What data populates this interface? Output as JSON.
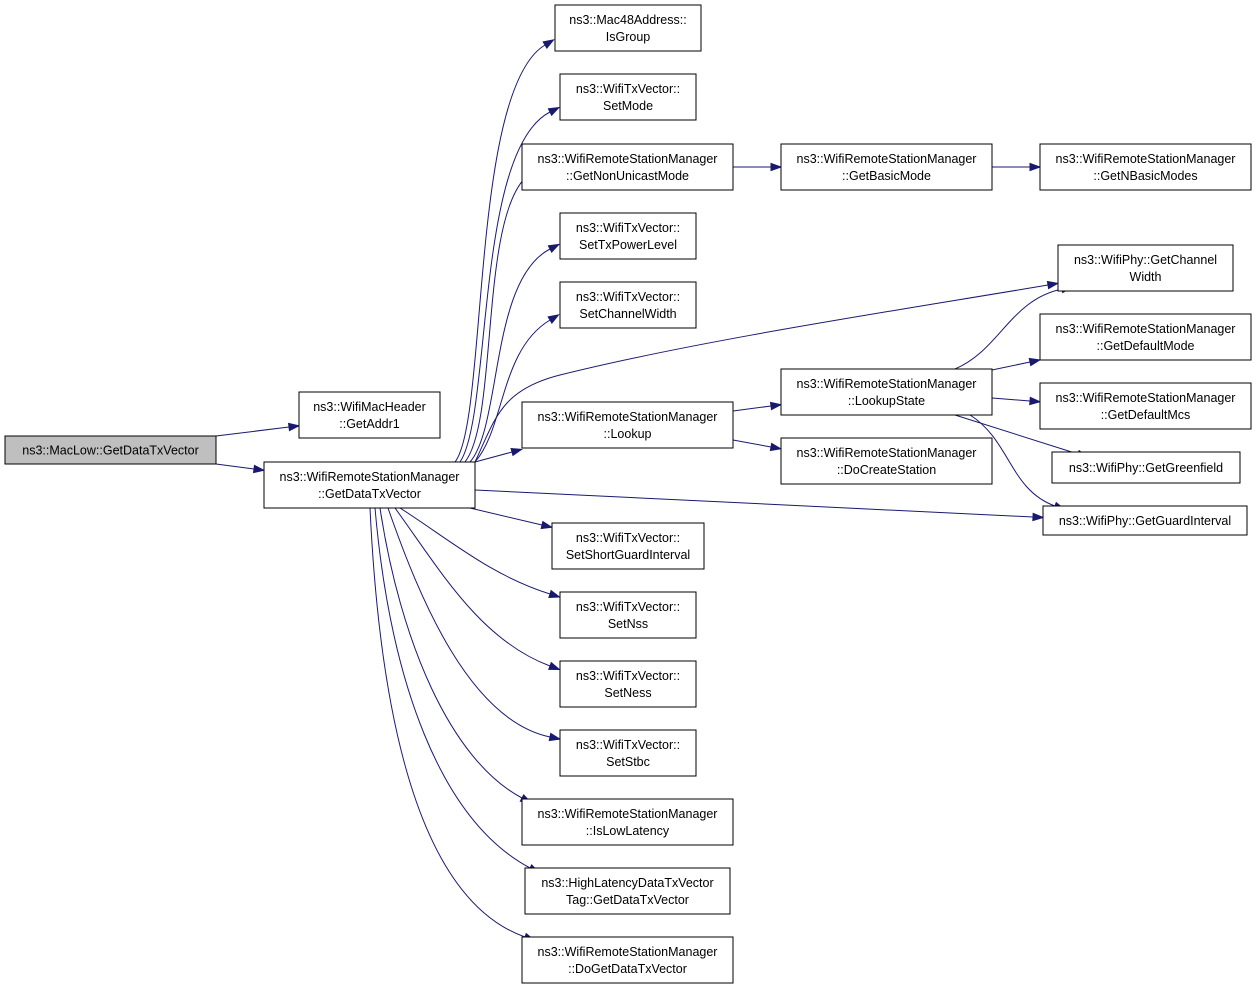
{
  "nodes": [
    {
      "id": "maclow",
      "lines": [
        "ns3::MacLow::GetDataTxVector"
      ],
      "root": true
    },
    {
      "id": "getaddr1",
      "lines": [
        "ns3::WifiMacHeader",
        "::GetAddr1"
      ]
    },
    {
      "id": "rsm_getdata",
      "lines": [
        "ns3::WifiRemoteStationManager",
        "::GetDataTxVector"
      ]
    },
    {
      "id": "isgroup",
      "lines": [
        "ns3::Mac48Address::",
        "IsGroup"
      ]
    },
    {
      "id": "setmode",
      "lines": [
        "ns3::WifiTxVector::",
        "SetMode"
      ]
    },
    {
      "id": "getnonunicast",
      "lines": [
        "ns3::WifiRemoteStationManager",
        "::GetNonUnicastMode"
      ]
    },
    {
      "id": "getbasicmode",
      "lines": [
        "ns3::WifiRemoteStationManager",
        "::GetBasicMode"
      ]
    },
    {
      "id": "getnbasicmodes",
      "lines": [
        "ns3::WifiRemoteStationManager",
        "::GetNBasicModes"
      ]
    },
    {
      "id": "settxpower",
      "lines": [
        "ns3::WifiTxVector::",
        "SetTxPowerLevel"
      ]
    },
    {
      "id": "setchannelwidth",
      "lines": [
        "ns3::WifiTxVector::",
        "SetChannelWidth"
      ]
    },
    {
      "id": "getchannelwidth",
      "lines": [
        "ns3::WifiPhy::GetChannel",
        "Width"
      ]
    },
    {
      "id": "getdefaultmode",
      "lines": [
        "ns3::WifiRemoteStationManager",
        "::GetDefaultMode"
      ]
    },
    {
      "id": "lookupstate",
      "lines": [
        "ns3::WifiRemoteStationManager",
        "::LookupState"
      ]
    },
    {
      "id": "lookup",
      "lines": [
        "ns3::WifiRemoteStationManager",
        "::Lookup"
      ]
    },
    {
      "id": "getdefaultmcs",
      "lines": [
        "ns3::WifiRemoteStationManager",
        "::GetDefaultMcs"
      ]
    },
    {
      "id": "getgreenfield",
      "lines": [
        "ns3::WifiPhy::GetGreenfield"
      ]
    },
    {
      "id": "docreatestation",
      "lines": [
        "ns3::WifiRemoteStationManager",
        "::DoCreateStation"
      ]
    },
    {
      "id": "getguardinterval",
      "lines": [
        "ns3::WifiPhy::GetGuardInterval"
      ]
    },
    {
      "id": "setshortgi",
      "lines": [
        "ns3::WifiTxVector::",
        "SetShortGuardInterval"
      ]
    },
    {
      "id": "setnss",
      "lines": [
        "ns3::WifiTxVector::",
        "SetNss"
      ]
    },
    {
      "id": "setness",
      "lines": [
        "ns3::WifiTxVector::",
        "SetNess"
      ]
    },
    {
      "id": "setstbc",
      "lines": [
        "ns3::WifiTxVector::",
        "SetStbc"
      ]
    },
    {
      "id": "islowlatency",
      "lines": [
        "ns3::WifiRemoteStationManager",
        "::IsLowLatency"
      ]
    },
    {
      "id": "hlTag",
      "lines": [
        "ns3::HighLatencyDataTxVector",
        "Tag::GetDataTxVector"
      ]
    },
    {
      "id": "dogetdata",
      "lines": [
        "ns3::WifiRemoteStationManager",
        "::DoGetDataTxVector"
      ]
    }
  ],
  "edges": [
    [
      "maclow",
      "getaddr1"
    ],
    [
      "maclow",
      "rsm_getdata"
    ],
    [
      "rsm_getdata",
      "isgroup"
    ],
    [
      "rsm_getdata",
      "setmode"
    ],
    [
      "rsm_getdata",
      "getnonunicast"
    ],
    [
      "rsm_getdata",
      "settxpower"
    ],
    [
      "rsm_getdata",
      "setchannelwidth"
    ],
    [
      "rsm_getdata",
      "getchannelwidth"
    ],
    [
      "rsm_getdata",
      "lookup"
    ],
    [
      "rsm_getdata",
      "getguardinterval"
    ],
    [
      "rsm_getdata",
      "setshortgi"
    ],
    [
      "rsm_getdata",
      "setnss"
    ],
    [
      "rsm_getdata",
      "setness"
    ],
    [
      "rsm_getdata",
      "setstbc"
    ],
    [
      "rsm_getdata",
      "islowlatency"
    ],
    [
      "rsm_getdata",
      "hlTag"
    ],
    [
      "rsm_getdata",
      "dogetdata"
    ],
    [
      "getnonunicast",
      "getbasicmode"
    ],
    [
      "getbasicmode",
      "getnbasicmodes"
    ],
    [
      "lookup",
      "lookupstate"
    ],
    [
      "lookup",
      "docreatestation"
    ],
    [
      "lookupstate",
      "getchannelwidth"
    ],
    [
      "lookupstate",
      "getdefaultmode"
    ],
    [
      "lookupstate",
      "getdefaultmcs"
    ],
    [
      "lookupstate",
      "getgreenfield"
    ],
    [
      "lookupstate",
      "getguardinterval"
    ]
  ]
}
